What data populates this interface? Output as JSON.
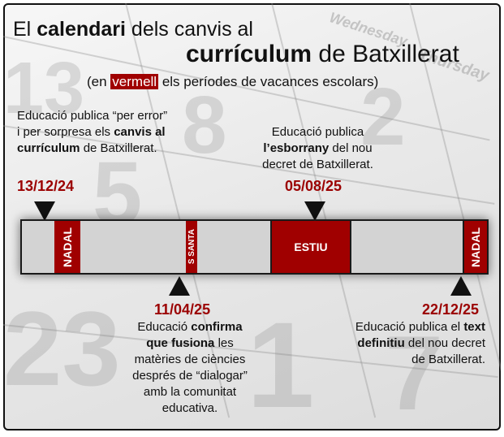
{
  "title": {
    "line1_prefix": "El ",
    "line1_bold": "calendari",
    "line1_suffix": " dels canvis al",
    "line2_bold": "currículum",
    "line2_suffix": " de Batxillerat",
    "subtitle_prefix": "(en ",
    "subtitle_highlight": "vermell",
    "subtitle_suffix": " els períodes de vacances escolars)"
  },
  "events": {
    "e1": {
      "date": "13/12/24",
      "t1": "Educació publica “per error” i per sorpresa els ",
      "b1": "canvis al currículum",
      "t2": " de Batxillerat."
    },
    "e2": {
      "date": "05/08/25",
      "t1": "Educació publica ",
      "b1": "l’esborrany",
      "t2": " del nou decret de Batxillerat."
    },
    "e3": {
      "date": "11/04/25",
      "t1": "Educació ",
      "b1": "confirma que fusiona",
      "t2": " les matèries de ciències després de “dialogar” amb la comunitat educativa."
    },
    "e4": {
      "date": "22/12/25",
      "t1": "Educació publica el ",
      "b1": "text definitiu",
      "t2": " del nou decret de Batxillerat."
    }
  },
  "timeline": {
    "nadal1": "NADAL",
    "ssanta": "S SANTA",
    "estiu": "ESTIU",
    "nadal2": "NADAL"
  },
  "background": {
    "weekday1": "Wednesday",
    "weekday2": "Thursday"
  },
  "colors": {
    "accent_red": "#a00000",
    "date_red": "#9b0000",
    "bar_gray": "#d3d3d3"
  }
}
